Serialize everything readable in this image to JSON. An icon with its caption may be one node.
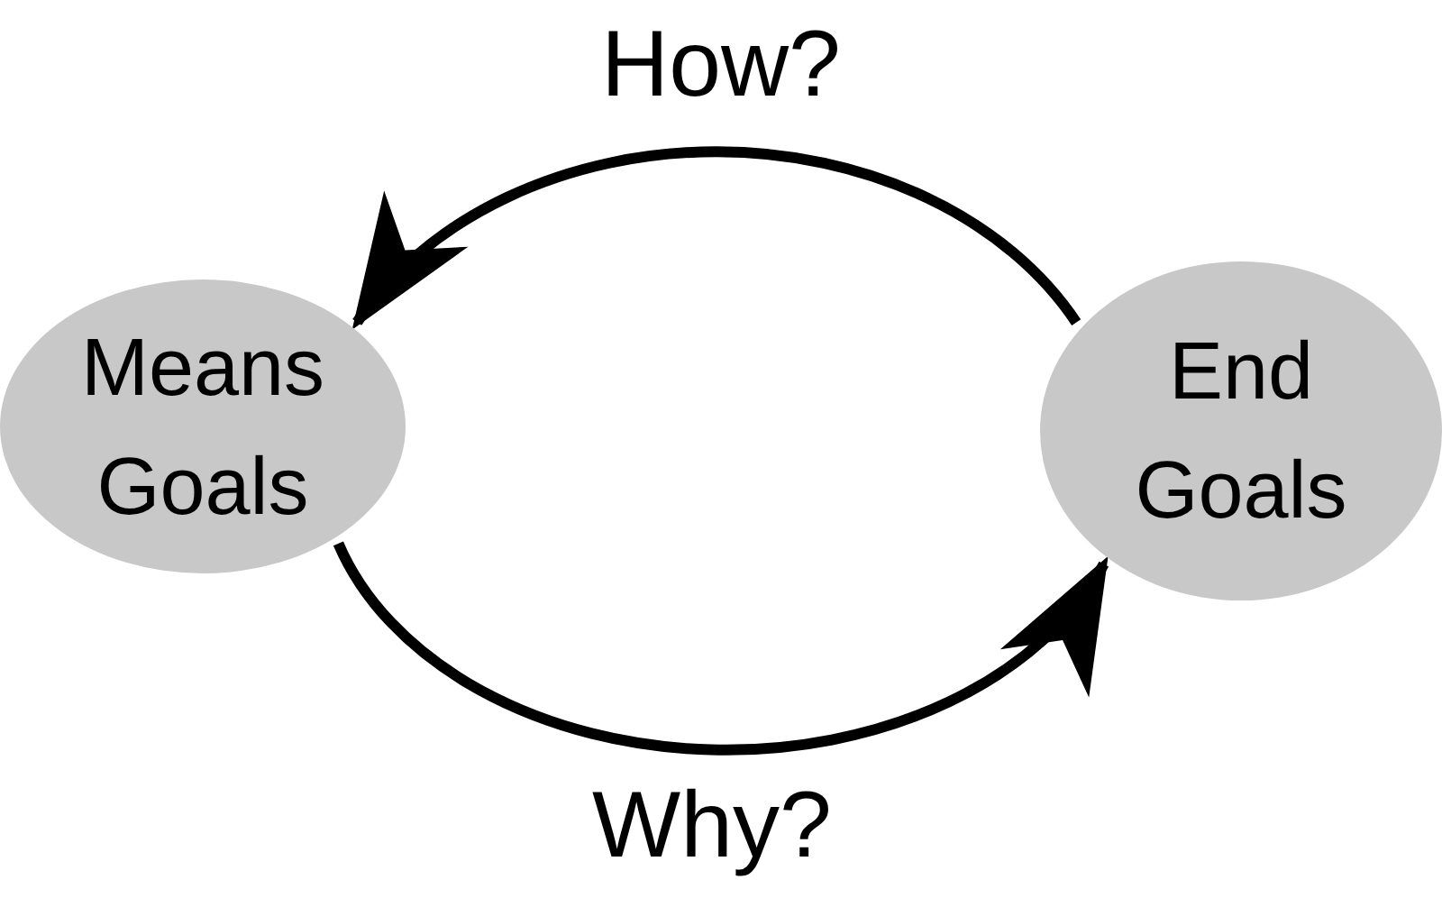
{
  "diagram": {
    "nodes": [
      {
        "text": [
          "Means Goals"
        ]
      },
      {
        "text": [
          "End Goals"
        ]
      }
    ],
    "edges": [
      {
        "from": 1,
        "to": 0,
        "arrow": "to",
        "label": "How?"
      },
      {
        "from": 0,
        "to": 1,
        "arrow": "to",
        "label": "Why?"
      }
    ]
  }
}
